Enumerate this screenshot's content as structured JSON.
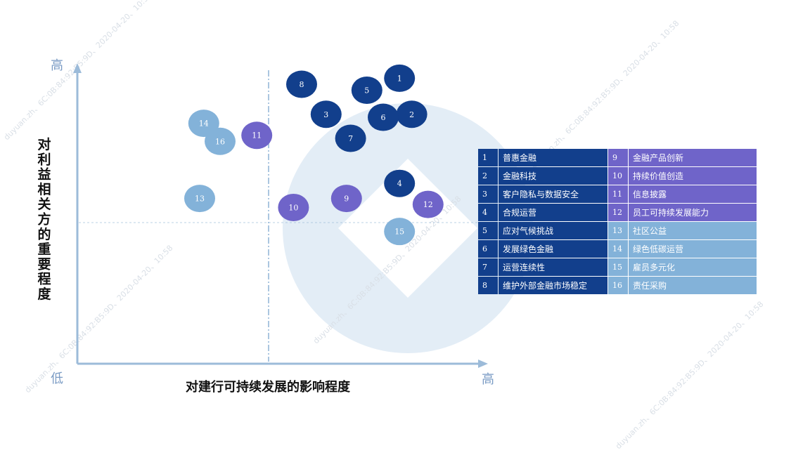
{
  "chart_data": {
    "type": "scatter",
    "xlabel": "对建行可持续发展的影响程度",
    "ylabel": "对利益相关方的重要程度",
    "x_low_label": "低",
    "x_high_label": "高",
    "y_high_label": "高",
    "xlim": [
      0,
      10
    ],
    "ylim": [
      0,
      10
    ],
    "points": [
      {
        "id": "1",
        "x": 7.9,
        "y": 9.5,
        "group": "high"
      },
      {
        "id": "2",
        "x": 8.2,
        "y": 8.3,
        "group": "high"
      },
      {
        "id": "3",
        "x": 6.1,
        "y": 8.3,
        "group": "high"
      },
      {
        "id": "4",
        "x": 7.9,
        "y": 6.0,
        "group": "high"
      },
      {
        "id": "5",
        "x": 7.1,
        "y": 9.1,
        "group": "high"
      },
      {
        "id": "6",
        "x": 7.5,
        "y": 8.2,
        "group": "high"
      },
      {
        "id": "7",
        "x": 6.7,
        "y": 7.5,
        "group": "high"
      },
      {
        "id": "8",
        "x": 5.5,
        "y": 9.3,
        "group": "high"
      },
      {
        "id": "9",
        "x": 6.6,
        "y": 5.5,
        "group": "mid"
      },
      {
        "id": "10",
        "x": 5.3,
        "y": 5.2,
        "group": "mid"
      },
      {
        "id": "11",
        "x": 4.4,
        "y": 7.6,
        "group": "mid"
      },
      {
        "id": "12",
        "x": 8.6,
        "y": 5.3,
        "group": "mid"
      },
      {
        "id": "13",
        "x": 3.0,
        "y": 5.5,
        "group": "low"
      },
      {
        "id": "14",
        "x": 3.1,
        "y": 8.0,
        "group": "low"
      },
      {
        "id": "15",
        "x": 7.9,
        "y": 4.4,
        "group": "low"
      },
      {
        "id": "16",
        "x": 3.5,
        "y": 7.4,
        "group": "low"
      }
    ],
    "legend": [
      {
        "id": "1",
        "label": "普惠金融",
        "group": "high"
      },
      {
        "id": "2",
        "label": "金融科技",
        "group": "high"
      },
      {
        "id": "3",
        "label": "客户隐私与数据安全",
        "group": "high"
      },
      {
        "id": "4",
        "label": "合规运营",
        "group": "high"
      },
      {
        "id": "5",
        "label": "应对气候挑战",
        "group": "high"
      },
      {
        "id": "6",
        "label": "发展绿色金融",
        "group": "high"
      },
      {
        "id": "7",
        "label": "运营连续性",
        "group": "high"
      },
      {
        "id": "8",
        "label": "维护外部金融市场稳定",
        "group": "high"
      },
      {
        "id": "9",
        "label": "金融产品创新",
        "group": "mid"
      },
      {
        "id": "10",
        "label": "持续价值创造",
        "group": "mid"
      },
      {
        "id": "11",
        "label": "信息披露",
        "group": "mid"
      },
      {
        "id": "12",
        "label": "员工可持续发展能力",
        "group": "mid"
      },
      {
        "id": "13",
        "label": "社区公益",
        "group": "low"
      },
      {
        "id": "14",
        "label": "绿色低碳运营",
        "group": "low"
      },
      {
        "id": "15",
        "label": "雇员多元化",
        "group": "low"
      },
      {
        "id": "16",
        "label": "责任采购",
        "group": "low"
      }
    ],
    "colors": {
      "high": "#123f8c",
      "mid": "#6f64c9",
      "low": "#83b2d9",
      "axis": "#9cbbd9",
      "axis_label": "#7a9bc4",
      "divider": "#8fb3d6",
      "watermark_bg": "#e3edf6"
    }
  },
  "watermark_texts": [
    "duyuan.zh、6C:0B:84:92:B5:9D、2020-04-20、10:58"
  ]
}
